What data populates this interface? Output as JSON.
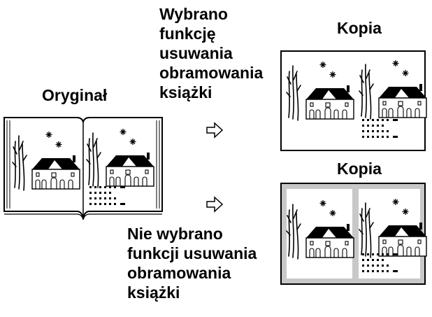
{
  "labels": {
    "original": "Oryginał",
    "copy_top": "Kopia",
    "copy_bottom": "Kopia",
    "selected": "Wybrano\nfunkcję\nusuwania\nobramowania\nksiążki",
    "not_selected": "Nie wybrano\nfunkcji usuwania\nobramowania\nksiążki"
  },
  "icons": {
    "arrow": "outline-right-arrow-icon",
    "book": "open-book-icon",
    "house": "house-icon",
    "tree": "bare-tree-icon",
    "star": "asterisk-star-icon"
  },
  "colors": {
    "ink": "#000000",
    "paper": "#ffffff",
    "shadow_border": "#c8c8c8"
  }
}
